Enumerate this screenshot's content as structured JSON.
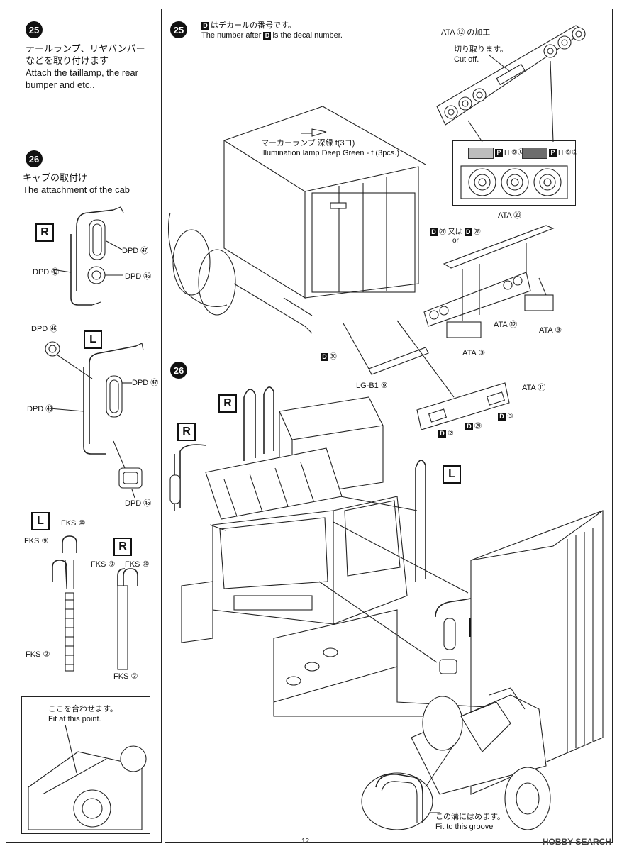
{
  "left_panel": {
    "step25": {
      "number": "25",
      "jp": [
        "テールランプ、リヤバンパー",
        "などを取り付けます"
      ],
      "en": [
        "Attach the taillamp, the rear",
        "bumper and etc.."
      ]
    },
    "step26": {
      "number": "26",
      "jp": "キャブの取付け",
      "en": "The attachment of the cab"
    },
    "mirror_r": {
      "side": "R",
      "labels": [
        "DPD ㊼",
        "DPD ㊷",
        "DPD ㊻"
      ]
    },
    "mirror_l": {
      "side": "L",
      "labels": [
        "DPD ㊻",
        "DPD ㊼",
        "DPD ㊸",
        "DPD ㊺"
      ]
    },
    "ladder_l": {
      "side": "L",
      "labels": [
        "FKS ⑩",
        "FKS ⑨",
        "FKS ②"
      ]
    },
    "ladder_r": {
      "side": "R",
      "labels": [
        "FKS ⑨",
        "FKS ⑩",
        "FKS ②"
      ]
    },
    "inset": {
      "jp": "ここを合わせます。",
      "en": "Fit at this point."
    }
  },
  "right_panel": {
    "step25": {
      "number": "25",
      "decal_jp": "はデカールの番号です。",
      "decal_en_before": "The number after",
      "decal_en_after": "is the decal number.",
      "decal_letter": "D"
    },
    "marker": {
      "jp": "マーカーランプ 深緑 f(3コ)",
      "en": "Illumination lamp Deep Green - f (3pcs.)"
    },
    "ata12": {
      "title": "ATA ⑫ の加工",
      "jp": "切り取ります。",
      "en": "Cut off."
    },
    "paint": [
      {
        "label": "H ⑨⓪",
        "color": "#bdbdbd"
      },
      {
        "label": "H ⑨②",
        "color": "#6d6d6d"
      }
    ],
    "paint_prefix": "P",
    "decal_27": "㉗",
    "decal_or_jp": "又は",
    "decal_or_en": "or",
    "decal_28": "㉘",
    "decal_30": "㉚",
    "decal_2": "②",
    "decal_29": "㉙",
    "decal_3": "③",
    "parts": {
      "ata20": "ATA ⑳",
      "ata12": "ATA ⑫",
      "ata3a": "ATA ③",
      "ata3b": "ATA ③",
      "lgb1": "LG-B1 ⑨",
      "ata11": "ATA ⑪"
    },
    "step26": {
      "number": "26"
    },
    "sides": {
      "r1": "R",
      "r2": "R",
      "l1": "L",
      "l2": "L"
    },
    "groove": {
      "jp": "この溝にはめます。",
      "en": "Fit to this groove"
    }
  },
  "footer": {
    "page": "12",
    "watermark": "HOBBY SEARCH"
  }
}
